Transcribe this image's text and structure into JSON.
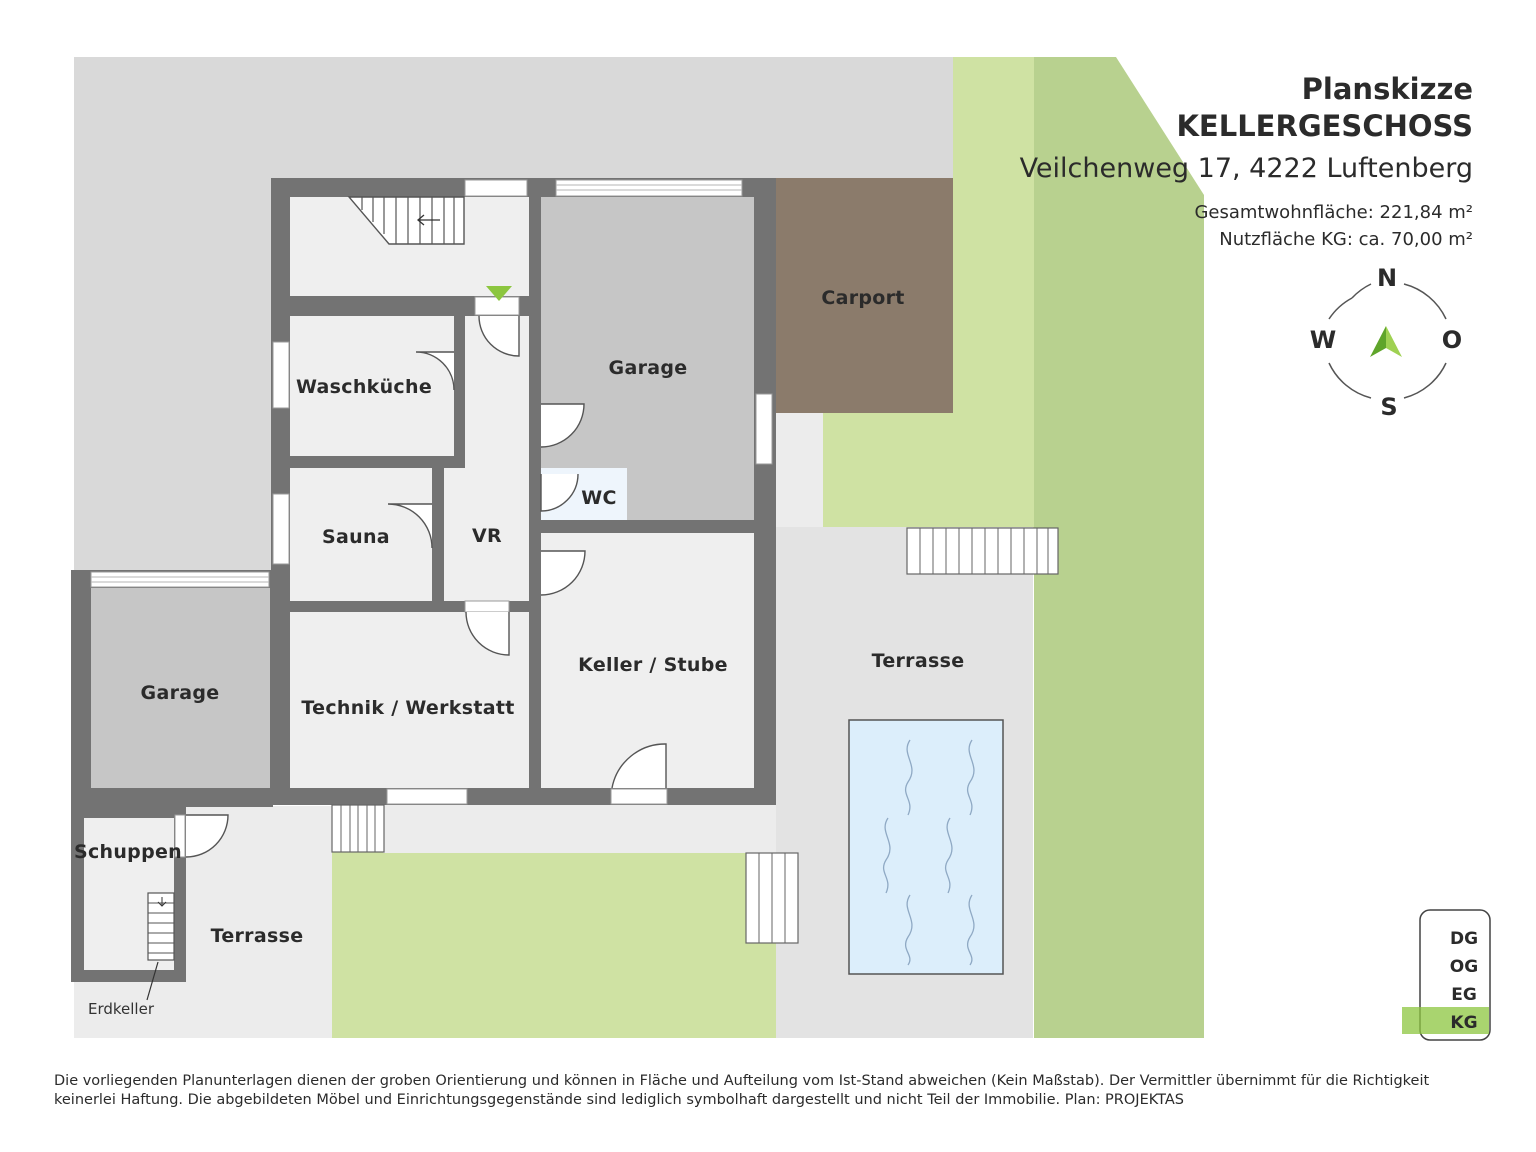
{
  "header": {
    "title_line1": "Planskizze",
    "title_line2": "KELLERGESCHOSS",
    "address": "Veilchenweg 17, 4222 Luftenberg",
    "living_area": "Gesamtwohnfläche: 221,84 m²",
    "usable_area": "Nutzfläche KG: ca. 70,00 m²"
  },
  "compass": {
    "north": "N",
    "south": "S",
    "west": "W",
    "east": "O"
  },
  "rooms": {
    "waschkueche": "Waschküche",
    "sauna": "Sauna",
    "vr": "VR",
    "wc": "WC",
    "garage_main": "Garage",
    "carport": "Carport",
    "keller_stube": "Keller / Stube",
    "technik": "Technik / Werkstatt",
    "garage_west": "Garage",
    "schuppen": "Schuppen",
    "terrasse_west": "Terrasse",
    "terrasse_east": "Terrasse",
    "erdkeller": "Erdkeller"
  },
  "levels": [
    {
      "label": "DG",
      "active": false
    },
    {
      "label": "OG",
      "active": false
    },
    {
      "label": "EG",
      "active": false
    },
    {
      "label": "KG",
      "active": true
    }
  ],
  "disclaimer": "Die vorliegenden Planunterlagen dienen der groben Orientierung und können in Fläche und Aufteilung vom Ist-Stand abweichen (Kein Maßstab). Der Vermittler übernimmt für die Richtigkeit keinerlei Haftung. Die abgebildeten Möbel und Einrichtungsgegenstände sind lediglich symbolhaft dargestellt und nicht Teil der Immobilie. Plan: PROJEKTAS",
  "colors": {
    "wall": "#737373",
    "lawn_light": "#cfe2a3",
    "lawn_dark": "#b8d18f",
    "ground": "#d9d9d9",
    "room_floor": "#efefef",
    "garage_floor": "#c6c6c6",
    "carport": "#8b7b6b",
    "pool": "#dceefb",
    "accent_green": "#8cc63f"
  }
}
